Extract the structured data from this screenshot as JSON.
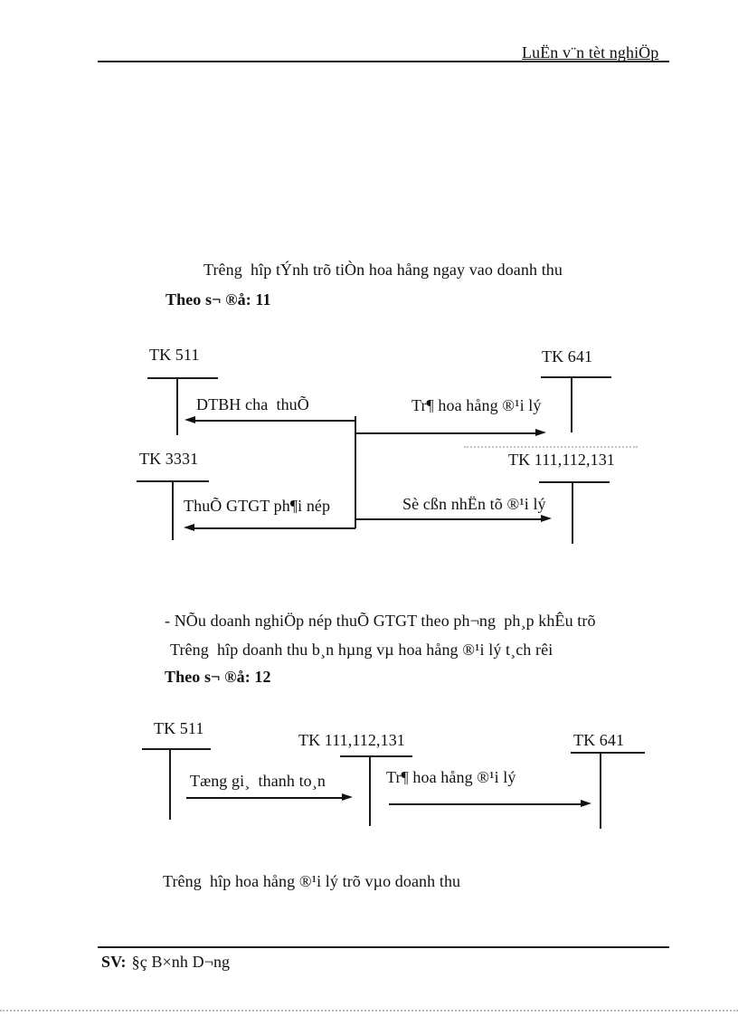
{
  "page": {
    "header": {
      "title": "LuËn v¨n tèt nghiÖp"
    },
    "intro": {
      "line1": "Trêng  hîp tÝnh trõ tiÒn hoa hång ngay vao doanh thu",
      "heading": "Theo s¬ ®å: 11"
    },
    "diagram1": {
      "tk511": "TK 511",
      "tk641": "TK 641",
      "tk3331": "TK 3331",
      "tk111": "TK 111,112,131",
      "label_dtbh": "DTBH cha  thuÕ",
      "label_tra_hoa_hong": "Tr¶ hoa hång ®¹i lý",
      "label_thue_gtgt": "ThuÕ GTGT ph¶i nép",
      "label_so_con_nhan": "Sè cßn nhËn tõ ®¹i lý"
    },
    "middle": {
      "line1": "- NÕu doanh nghiÖp nép thuÕ GTGT theo ph¬ng  ph¸p khÊu trõ",
      "line2": "Trêng  hîp doanh thu b¸n hµng vµ hoa hång ®¹i lý t¸ch rêi",
      "heading": "Theo s¬ ®å: 12"
    },
    "diagram2": {
      "tk511": "TK 511",
      "tk111": "TK 111,112,131",
      "tk641": "TK 641",
      "label_tong_gia": "Tæng gi¸  thanh to¸n",
      "label_tra_hoa_hong": "Tr¶ hoa hång ®¹i lý"
    },
    "closing": {
      "line1": "Trêng  hîp hoa hång ®¹i lý trõ vµo doanh thu"
    },
    "footer": {
      "sv_label": "SV:",
      "sv_name": "§ç B×nh D¬ng"
    }
  }
}
